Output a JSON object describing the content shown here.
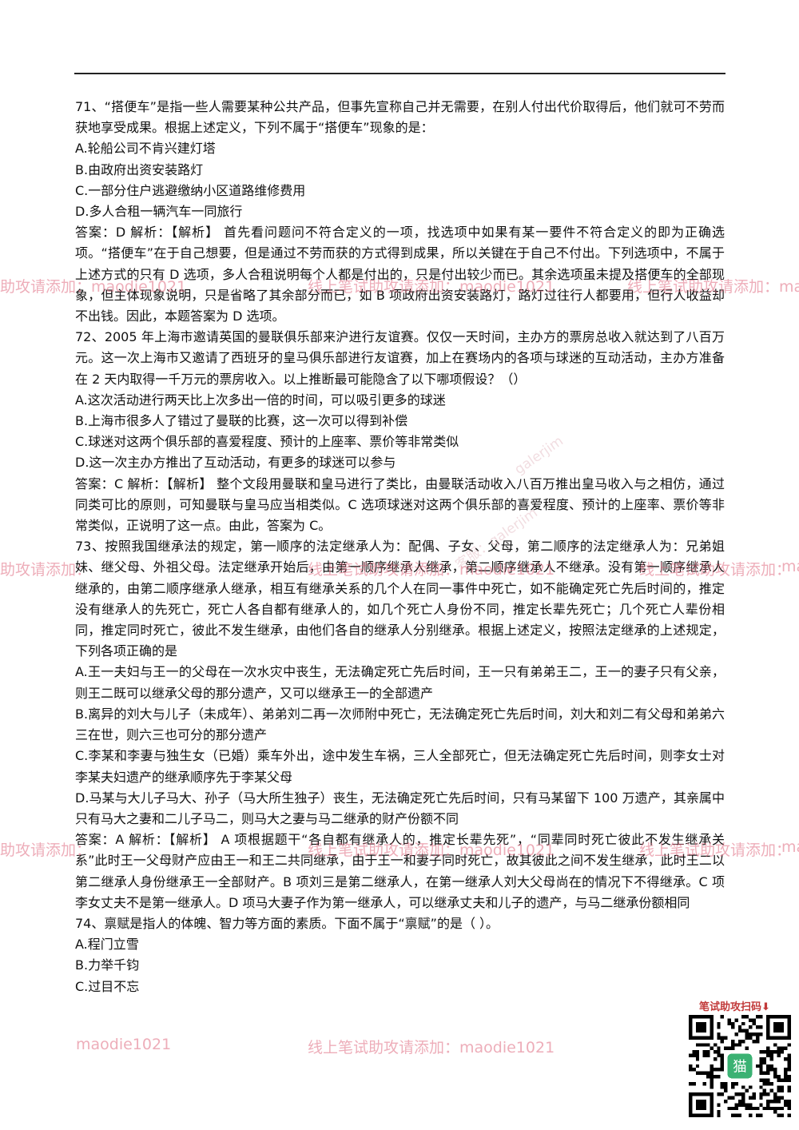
{
  "questions": [
    {
      "lines": [
        "71、“搭便车”是指一些人需要某种公共产品，但事先宣称自己并无需要，在别人付出代价取得后，他们就可不劳而获地享受成果。根据上述定义，下列不属于“搭便车”现象的是：",
        "A.轮船公司不肯兴建灯塔",
        "B.由政府出资安装路灯",
        "C.一部分住户逃避缴纳小区道路维修费用",
        "D.多人合租一辆汽车一同旅行",
        "答案：D 解析：【解析】 首先看问题问不符合定义的一项，找选项中如果有某一要件不符合定义的即为正确选项。“搭便车”在于自己想要，但是通过不劳而获的方式得到成果，所以关键在于自己不付出。下列选项中，不属于上述方式的只有 D 选项，多人合租说明每个人都是付出的，只是付出较少而已。其余选项虽未提及搭便车的全部现象，但主体现象说明，只是省略了其余部分而已，如 B 项政府出资安装路灯，路灯过往行人都要用，但行人收益却不出钱。因此，本题答案为 D 选项。"
      ]
    },
    {
      "lines": [
        "72、2005 年上海市邀请英国的曼联俱乐部来沪进行友谊赛。仅仅一天时间，主办方的票房总收入就达到了八百万元。这一次上海市又邀请了西班牙的皇马俱乐部进行友谊赛，加上在赛场内的各项与球迷的互动活动，主办方准备在 2 天内取得一千万元的票房收入。以上推断最可能隐含了以下哪项假设？（）",
        "A.这次活动进行两天比上次多出一倍的时间，可以吸引更多的球迷",
        "B.上海市很多人了错过了曼联的比赛，这一次可以得到补偿",
        "C.球迷对这两个俱乐部的喜爱程度、预计的上座率、票价等非常类似",
        "D.这一次主办方推出了互动活动，有更多的球迷可以参与",
        "答案：C 解析：【解析】 整个文段用曼联和皇马进行了类比，由曼联活动收入八百万推出皇马收入与之相仿，通过同类可比的原则，可知曼联与皇马应当相类似。C 选项球迷对这两个俱乐部的喜爱程度、预计的上座率、票价等非常类似，正说明了这一点。由此，答案为 C。"
      ]
    },
    {
      "lines": [
        "73、按照我国继承法的规定，第一顺序的法定继承人为：配偶、子女、父母，第二顺序的法定继承人为：兄弟姐妹、继父母、外祖父母。法定继承开始后，由第一顺序继承人继承，第二顺序继承人不继承。没有第一顺序继承人继承的，由第二顺序继承人继承，相互有继承关系的几个人在同一事件中死亡，如不能确定死亡先后时间的，推定没有继承人的先死亡，死亡人各自都有继承人的，如几个死亡人身份不同，推定长辈先死亡；几个死亡人辈份相同，推定同时死亡，彼此不发生继承，由他们各自的继承人分别继承。根据上述定义，按照法定继承的上述规定，下列各项正确的是",
        "A.王一夫妇与王一的父母在一次水灾中丧生，无法确定死亡先后时间，王一只有弟弟王二，王一的妻子只有父亲，则王二既可以继承父母的那分遗产，又可以继承王一的全部遗产",
        "B.离异的刘大与儿子（未成年）、弟弟刘二再一次师附中死亡，无法确定死亡先后时间，刘大和刘二有父母和弟弟六三在世，则六三也可分的那分遗产",
        "C.李某和李妻与独生女（已婚）乘车外出，途中发生车祸，三人全部死亡，但无法确定死亡先后时间，则李女士对李某夫妇遗产的继承顺序先于李某父母",
        "D.马某与大儿子马大、孙子（马大所生独子）丧生，无法确定死亡先后时间，只有马某留下 100 万遗产，其亲属中只有马大之妻和二儿子马二，则马大之妻与马二继承的财产份额不同",
        "答案：A 解析：【解析】 A 项根据题干“各自都有继承人的，推定长辈先死”，“同辈同时死亡彼此不发生继承关系”此时王一父母财产应由王一和王二共同继承，由于王一和妻子同时死亡，故其彼此之间不发生继承，此时王二以第二继承人身份继承王一全部财产。B 项刘三是第二继承人，在第一继承人刘大父母尚在的情况下不得继承。C 项李女丈夫不是第一继承人。D 项马大妻子作为第一继承人，可以继承丈夫和儿子的遗产，与马二继承份额相同"
      ]
    },
    {
      "lines": [
        "74、禀赋是指人的体魄、智力等方面的素质。下面不属于“禀赋”的是（ ）。",
        "A.程门立雪",
        "B.力举千钧",
        "C.过目不忘"
      ]
    }
  ],
  "watermarks": {
    "left_1": "助攻请添加：maodie1021",
    "mid_1": "线上笔试助攻请添加：maodie1021",
    "right_1": "线上笔试助攻请添加：ma",
    "left_2": "助攻请添加：",
    "mid_2": "线上笔试助攻请添加：maodie1021",
    "right_2": "线上笔试助攻请添加：",
    "tail_2": "ma",
    "left_3": "助攻请添加：",
    "mid_3": "线上笔试助攻请添加：maodie1021",
    "right_3": "线上笔试助攻请添加：",
    "tail_3": "ma",
    "bottom": "maodie1021",
    "bottom_mid": "线上笔试助攻请添加：maodie1021",
    "faint_1": "galerjim",
    "faint_2": "客服：galerjim"
  },
  "qr": {
    "title": "笔试助攻扫码⬇",
    "center_label": "猫"
  }
}
